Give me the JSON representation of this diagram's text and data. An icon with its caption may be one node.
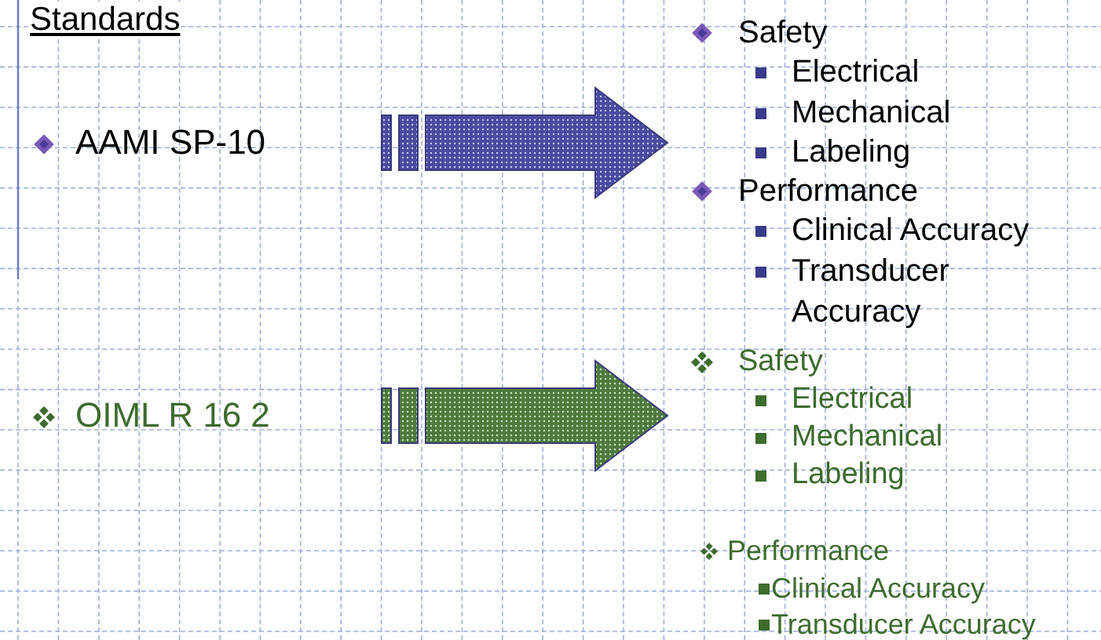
{
  "diagram": {
    "title": "Standards",
    "nodes": [
      {
        "text": [
          "AAMI SP-10"
        ]
      },
      {
        "text": [
          "Safety",
          "Electrical",
          "Mechanical",
          "Labeling",
          "Performance",
          "Clinical Accuracy",
          "Transducer Accuracy"
        ]
      },
      {
        "text": [
          "OIML R 16 2"
        ]
      },
      {
        "text": [
          "Safety",
          "Electrical",
          "Mechanical",
          "Labeling",
          "Performance",
          "Clinical Accuracy",
          "Transducer Accuracy"
        ]
      }
    ],
    "edges": [
      {
        "from": 0,
        "to": 1,
        "arrow": "to",
        "color": "#4a4aa0"
      },
      {
        "from": 2,
        "to": 3,
        "arrow": "to",
        "color": "#4e7a3c"
      }
    ]
  }
}
